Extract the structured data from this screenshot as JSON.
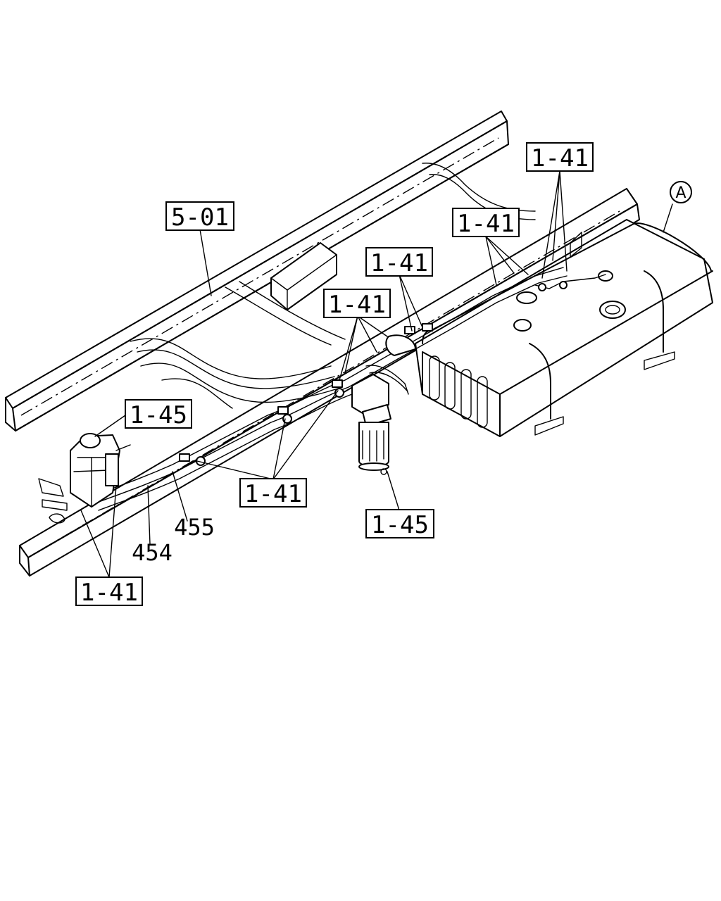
{
  "callouts": {
    "frame": "5-01",
    "pipe_clip_top_right": "1-41",
    "pipe_clip_tank_top": "1-41",
    "pipe_clip_tank_front": "1-41",
    "pipe_clip_middle": "1-41",
    "pipe_clip_lower": "1-41",
    "pipe_clip_bottom_left": "1-41",
    "filter_left": "1-45",
    "filter_right": "1-45"
  },
  "part_numbers": {
    "pipe_454": "454",
    "pipe_455": "455"
  },
  "view_marker": "A"
}
